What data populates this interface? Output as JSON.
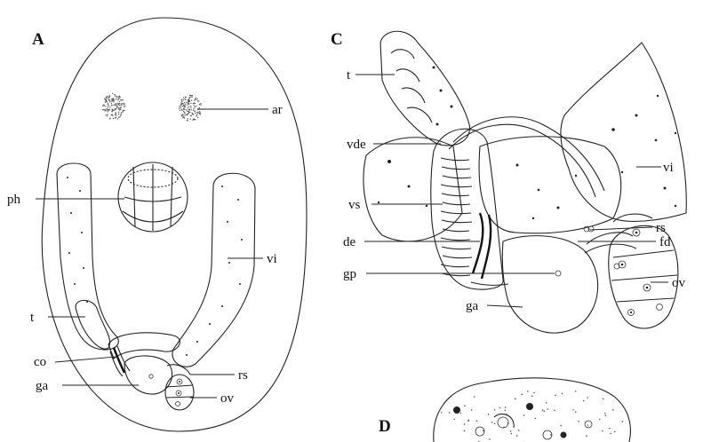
{
  "panels": {
    "a": "A",
    "c": "C",
    "d": "D"
  },
  "labels_a": {
    "ar": "ar",
    "ph": "ph",
    "vi": "vi",
    "t": "t",
    "co": "co",
    "ga": "ga",
    "rs": "rs",
    "ov": "ov"
  },
  "labels_c": {
    "t": "t",
    "vde": "vde",
    "vs": "vs",
    "de": "de",
    "gp": "gp",
    "ga": "ga",
    "vi": "vi",
    "rs": "rs",
    "fd": "fd",
    "ov": "ov"
  }
}
